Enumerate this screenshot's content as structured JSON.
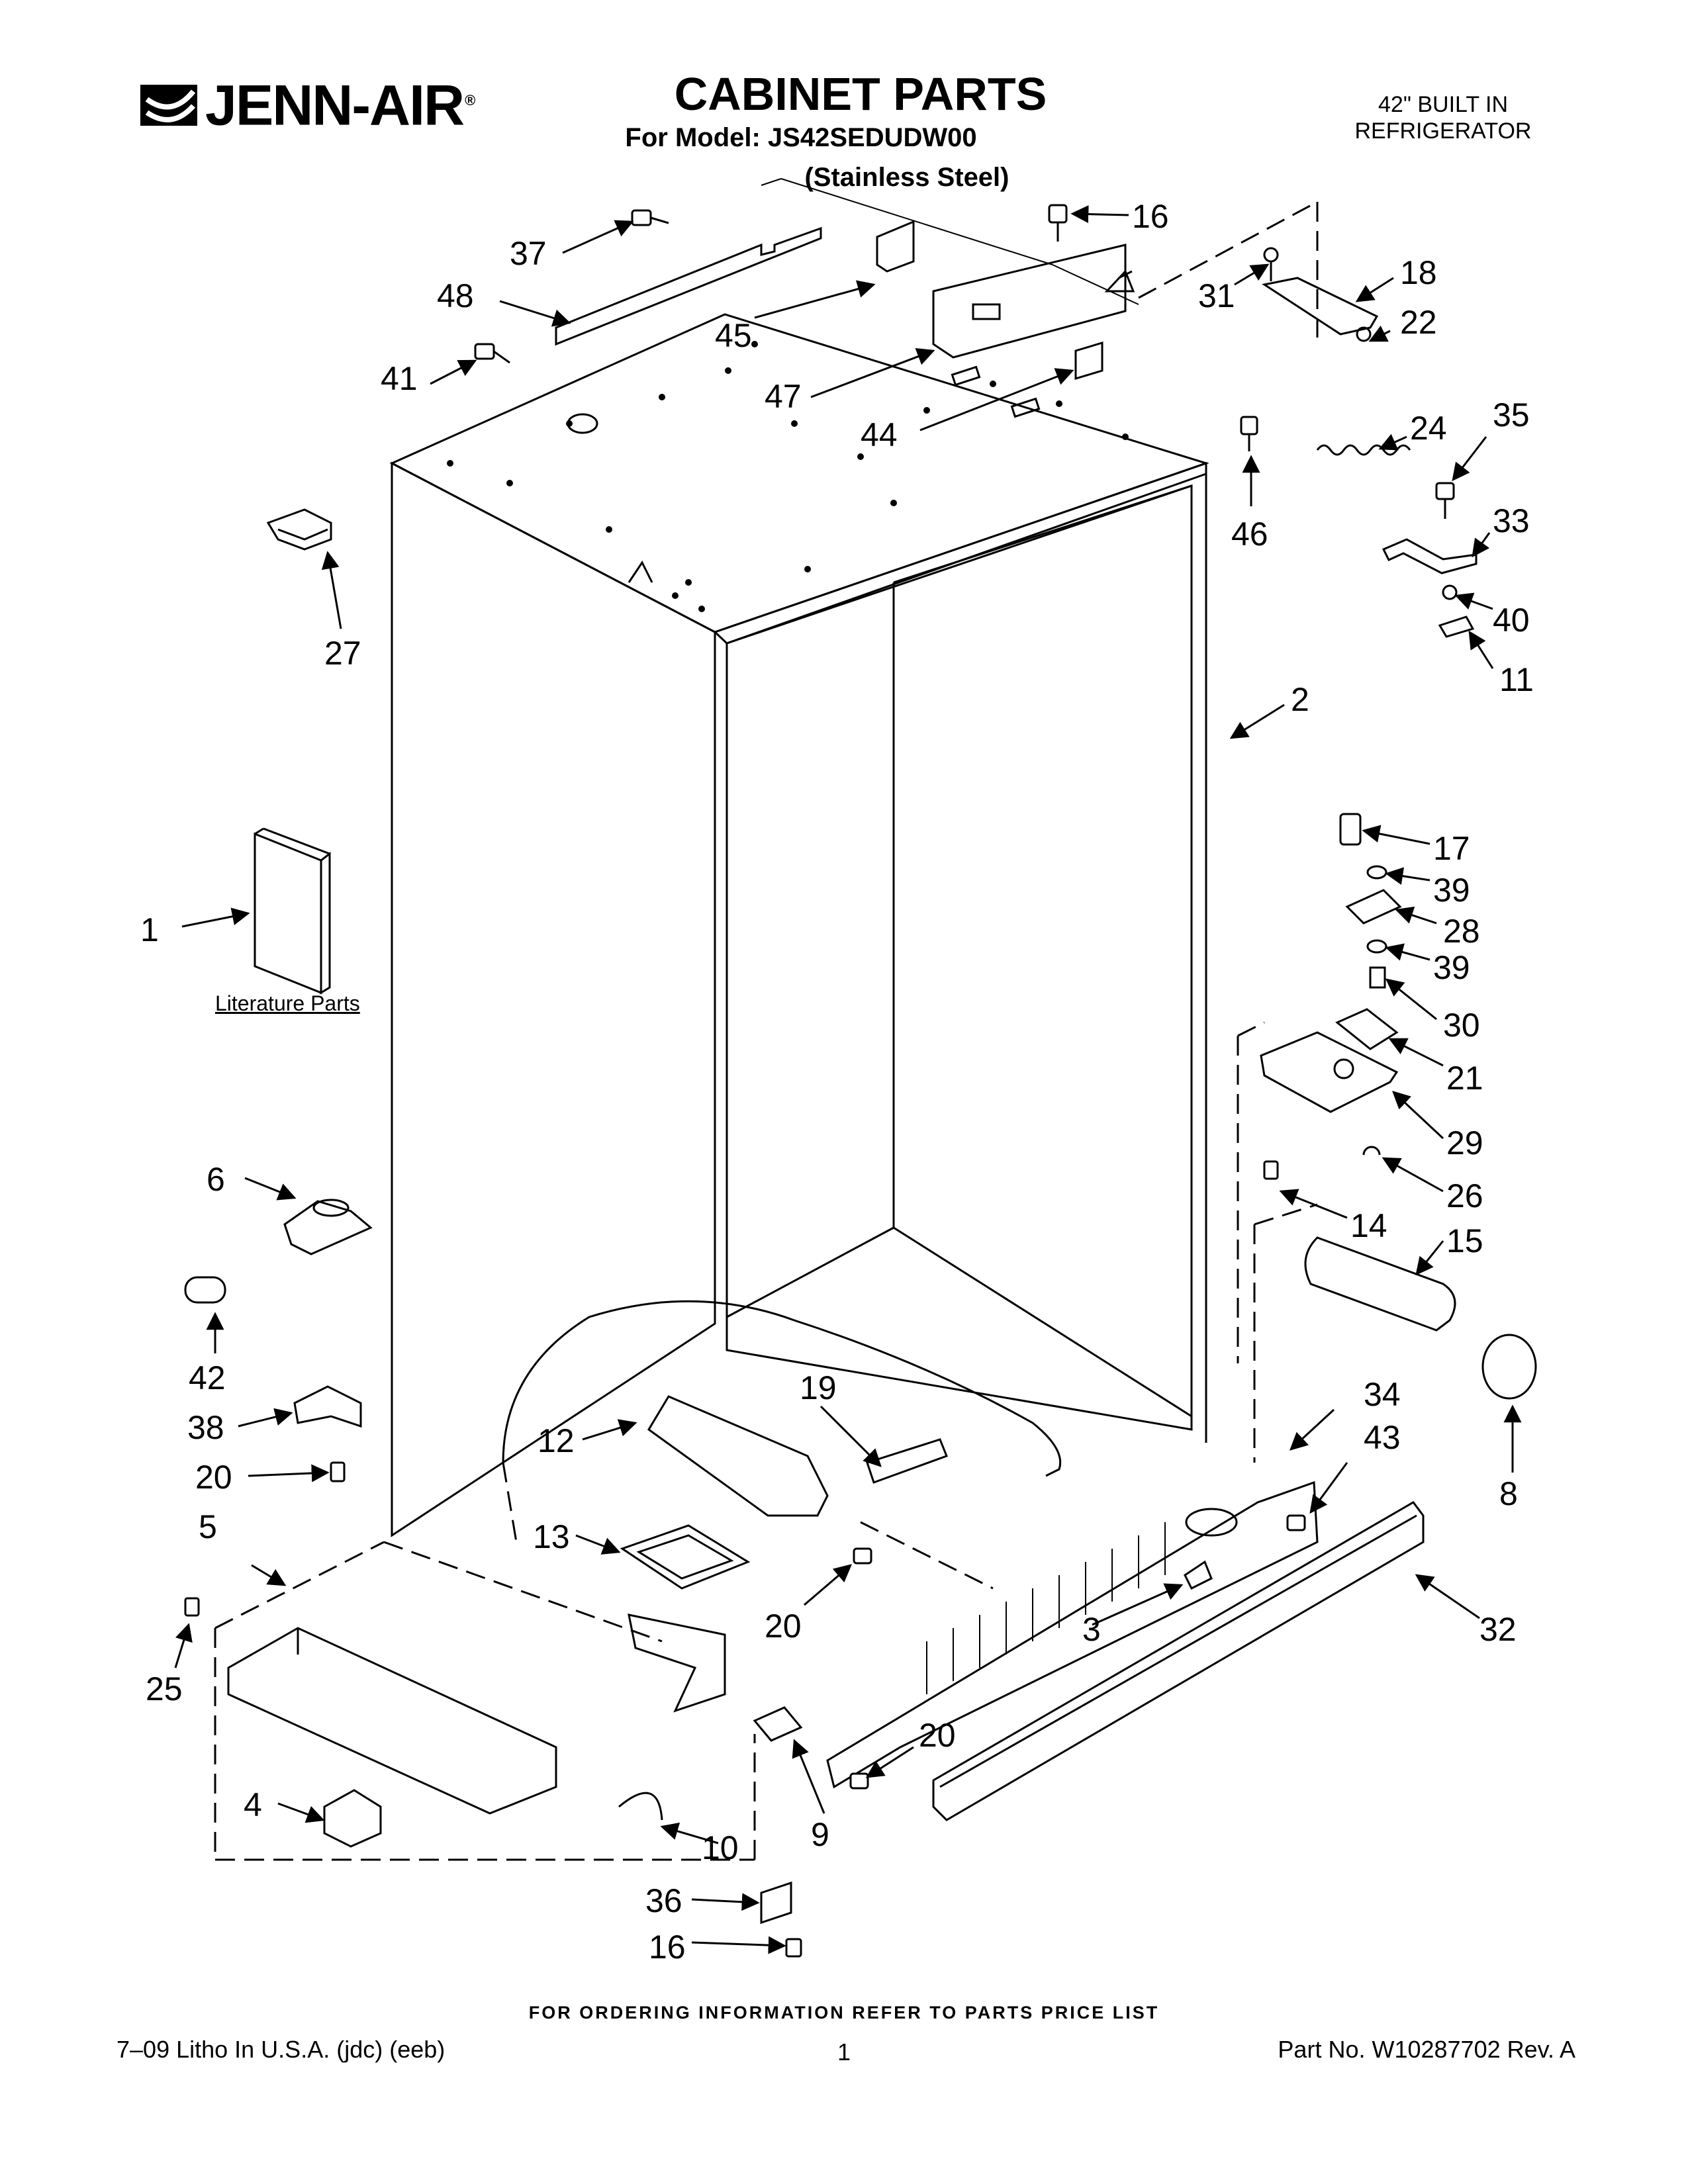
{
  "header": {
    "brand": "JENN-AIR",
    "brand_mark": "®",
    "title": "CABINET PARTS",
    "model_line": "For Model: JS42SEDUDW00",
    "finish": "(Stainless Steel)",
    "product_line1": "42\" BUILT IN",
    "product_line2": "REFRIGERATOR"
  },
  "literature_label": "Literature Parts",
  "callouts": [
    "37",
    "48",
    "41",
    "45",
    "47",
    "44",
    "16",
    "31",
    "18",
    "22",
    "46",
    "24",
    "35",
    "33",
    "40",
    "11",
    "27",
    "2",
    "17",
    "39",
    "28",
    "39",
    "30",
    "21",
    "29",
    "26",
    "14",
    "15",
    "1",
    "6",
    "42",
    "38",
    "20",
    "5",
    "25",
    "12",
    "19",
    "13",
    "20",
    "34",
    "43",
    "8",
    "3",
    "32",
    "20",
    "9",
    "4",
    "10",
    "36",
    "16"
  ],
  "footer": {
    "order_note": "FOR ORDERING INFORMATION REFER TO PARTS PRICE LIST",
    "litho": "7–09 Litho In U.S.A. (jdc) (eeb)",
    "page": "1",
    "part_no": "Part No. W10287702 Rev. A"
  }
}
